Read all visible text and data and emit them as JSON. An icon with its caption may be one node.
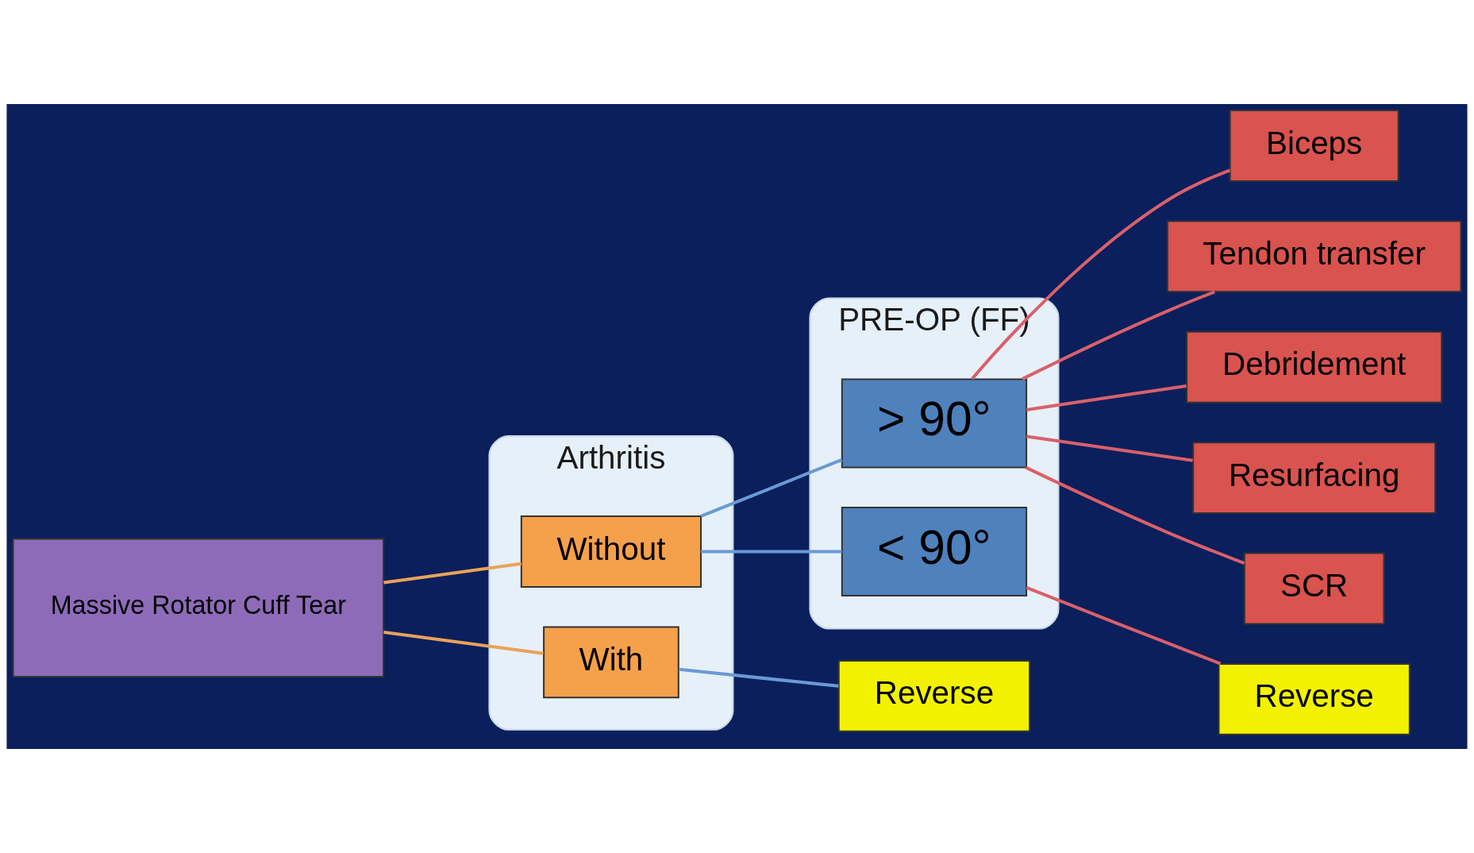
{
  "diagram": {
    "nodes": [
      {
        "text": [
          "Massive Rotator Cuff Tear"
        ]
      },
      {
        "text": [
          "Arthritis"
        ]
      },
      {
        "text": [
          "Without"
        ],
        "in": 1
      },
      {
        "text": [
          "With"
        ],
        "in": 1
      },
      {
        "text": [
          "PRE-OP (FF)"
        ]
      },
      {
        "text": [
          "> 90°"
        ],
        "in": 4
      },
      {
        "text": [
          "< 90°"
        ],
        "in": 4
      },
      {
        "text": [
          "Biceps"
        ]
      },
      {
        "text": [
          "Tendon transfer"
        ]
      },
      {
        "text": [
          "Debridement"
        ]
      },
      {
        "text": [
          "Resurfacing"
        ]
      },
      {
        "text": [
          "SCR"
        ]
      },
      {
        "text": [
          "Reverse"
        ]
      },
      {
        "text": [
          "Reverse"
        ]
      }
    ],
    "edges": [
      {
        "from": 0,
        "to": 2,
        "arrow": "none",
        "color": "#e8a35a"
      },
      {
        "from": 0,
        "to": 3,
        "arrow": "none",
        "color": "#e8a35a"
      },
      {
        "from": 2,
        "to": 5,
        "arrow": "none",
        "color": "#6a9ad6"
      },
      {
        "from": 2,
        "to": 6,
        "arrow": "none",
        "color": "#6a9ad6"
      },
      {
        "from": 3,
        "to": 13,
        "arrow": "none",
        "color": "#6a9ad6"
      },
      {
        "from": 5,
        "to": 7,
        "arrow": "none"
      },
      {
        "from": 5,
        "to": 8,
        "arrow": "none"
      },
      {
        "from": 5,
        "to": 9,
        "arrow": "none"
      },
      {
        "from": 5,
        "to": 10,
        "arrow": "none"
      },
      {
        "from": 5,
        "to": 11,
        "arrow": "none"
      },
      {
        "from": 6,
        "to": 12,
        "arrow": "none"
      }
    ]
  }
}
